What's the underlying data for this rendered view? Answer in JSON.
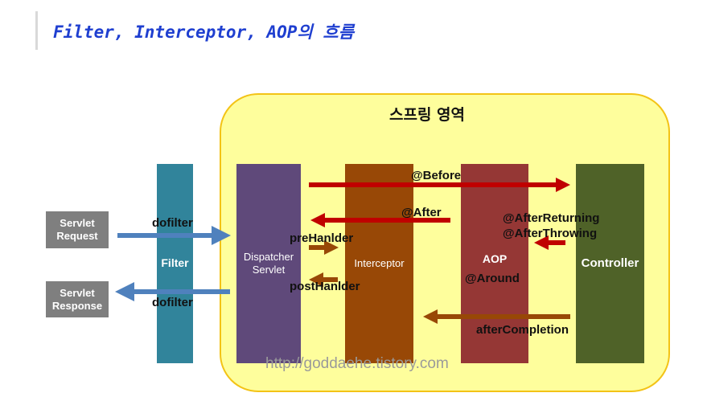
{
  "title": "Filter, Interceptor, AOP의 흐름",
  "spring_area_label": "스프링 영역",
  "columns": {
    "filter": "Filter",
    "dispatcher": [
      "Dispatcher",
      "Servlet"
    ],
    "interceptor": "Interceptor",
    "aop": "AOP",
    "controller": "Controller"
  },
  "boxes": {
    "request": [
      "Servlet",
      "Request"
    ],
    "response": [
      "Servlet",
      "Response"
    ]
  },
  "labels": {
    "dofilter_in": "dofilter",
    "dofilter_out": "dofilter",
    "before": "@Before",
    "after": "@After",
    "pre_handler": "preHanlder",
    "post_handler": "postHanlder",
    "after_returning": "@AfterReturning",
    "after_throwing": "@AfterThrowing",
    "around": "@Around",
    "after_completion": "afterCompletion"
  },
  "watermark": "http://goddaehe.tistory.com",
  "colors": {
    "title": "#1f3fd0",
    "spring_fill": "#fefe9c",
    "spring_border": "#f3c316",
    "filter": "#31849b",
    "dispatcher": "#5f497a",
    "interceptor": "#984806",
    "aop": "#953735",
    "controller": "#4f6228",
    "arrow_blue": "#4f81bd",
    "arrow_red": "#c00000",
    "arrow_brown": "#984806"
  }
}
